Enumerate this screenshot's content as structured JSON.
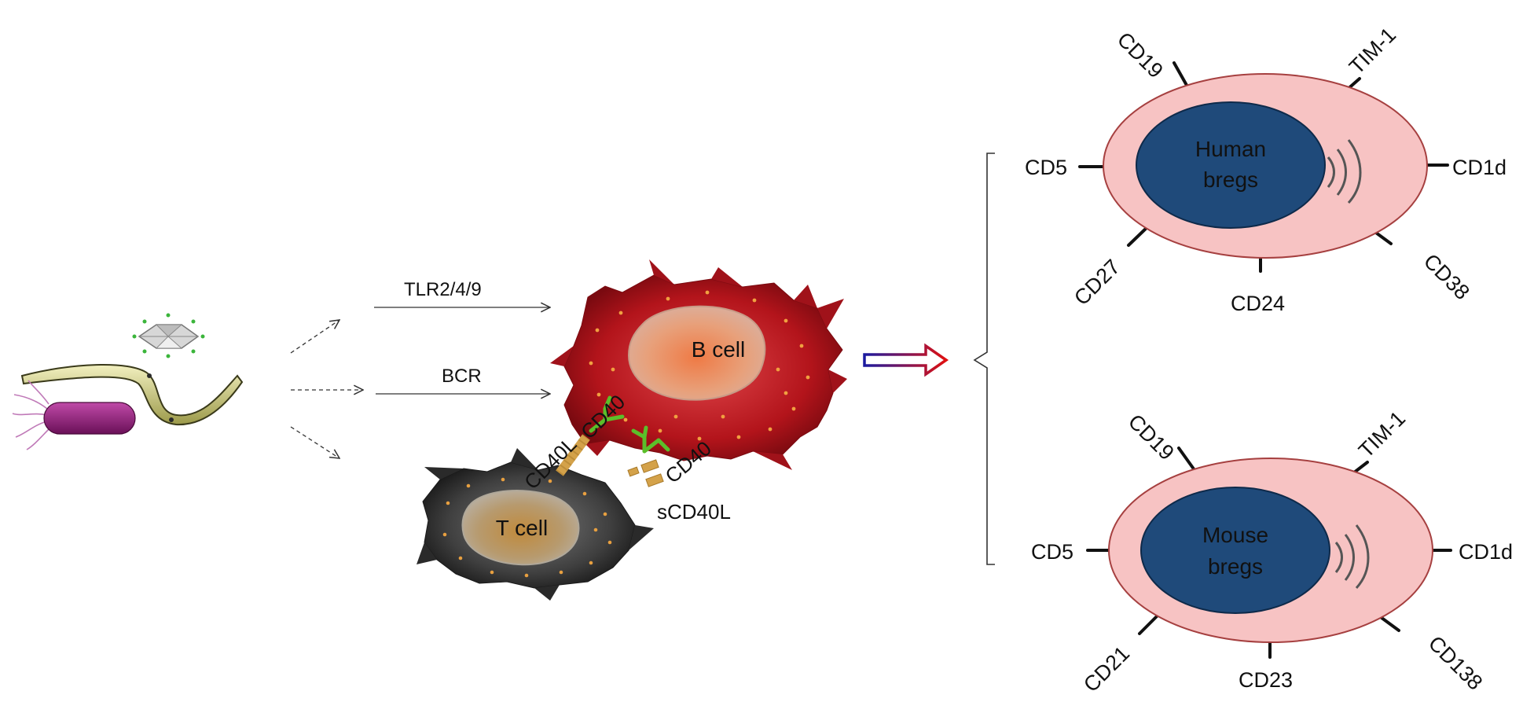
{
  "pathway_labels": {
    "tlr": "TLR2/4/9",
    "bcr": "BCR"
  },
  "cells": {
    "b_cell": "B cell",
    "t_cell": "T cell"
  },
  "interaction": {
    "cd40l": "CD40L",
    "cd40_bound": "CD40",
    "cd40_soluble": "CD40",
    "scd40l": "sCD40L"
  },
  "human_bregs": {
    "title_line1": "Human",
    "title_line2": "bregs",
    "markers": {
      "top_left": "CD19",
      "top_right": "TIM-1",
      "left": "CD5",
      "right": "CD1d",
      "bottom_left": "CD27",
      "bottom": "CD24",
      "bottom_right": "CD38"
    }
  },
  "mouse_bregs": {
    "title_line1": "Mouse",
    "title_line2": "bregs",
    "markers": {
      "top_left": "CD19",
      "top_right": "TIM-1",
      "left": "CD5",
      "right": "CD1d",
      "bottom_left": "CD21",
      "bottom": "CD23",
      "bottom_right": "CD138"
    }
  },
  "icons": {
    "virus": "virus-icon",
    "worm": "helminth-icon",
    "bacterium": "bacterium-icon"
  },
  "colors": {
    "b_cell_outer": "#b3141b",
    "b_cell_nucleus": "#e8905a",
    "t_cell_outer": "#3a3a3a",
    "t_cell_nucleus": "#c49a50",
    "breg_body": "#f7c3c3",
    "breg_nucleus": "#1f4a7a",
    "cd40_receptor": "#5bbf2a",
    "cd40l": "#d4a24a"
  }
}
